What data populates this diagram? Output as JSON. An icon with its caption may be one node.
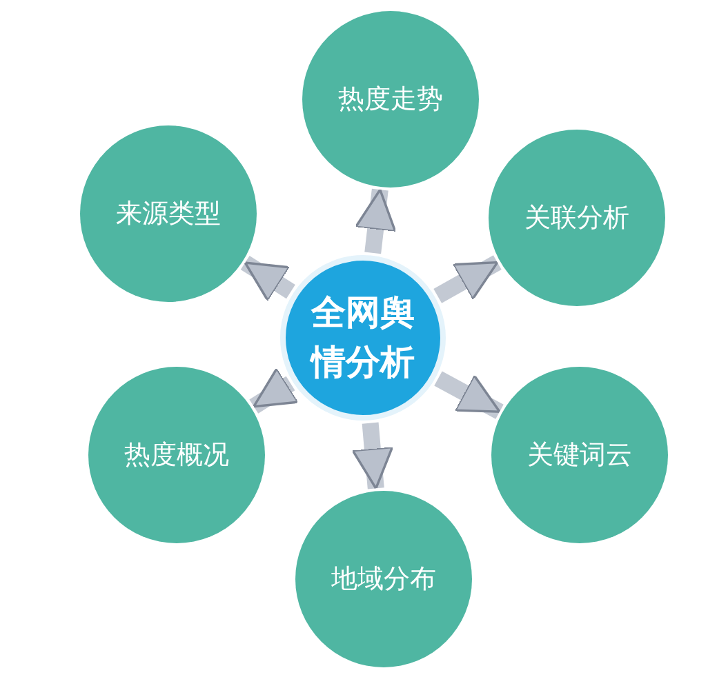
{
  "diagram": {
    "nodes": [
      {
        "text": [
          "全网舆情分析"
        ]
      },
      {
        "text": [
          "热度走势"
        ]
      },
      {
        "text": [
          "关联分析"
        ]
      },
      {
        "text": [
          "关键词云"
        ]
      },
      {
        "text": [
          "地域分布"
        ]
      },
      {
        "text": [
          "热度概况"
        ]
      },
      {
        "text": [
          "来源类型"
        ]
      }
    ],
    "edges": [
      {
        "from": 0,
        "to": 1,
        "arrow": "to"
      },
      {
        "from": 0,
        "to": 2,
        "arrow": "to"
      },
      {
        "from": 0,
        "to": 3,
        "arrow": "to"
      },
      {
        "from": 0,
        "to": 4,
        "arrow": "to"
      },
      {
        "from": 0,
        "to": 5,
        "arrow": "to"
      },
      {
        "from": 0,
        "to": 6,
        "arrow": "to"
      }
    ]
  }
}
